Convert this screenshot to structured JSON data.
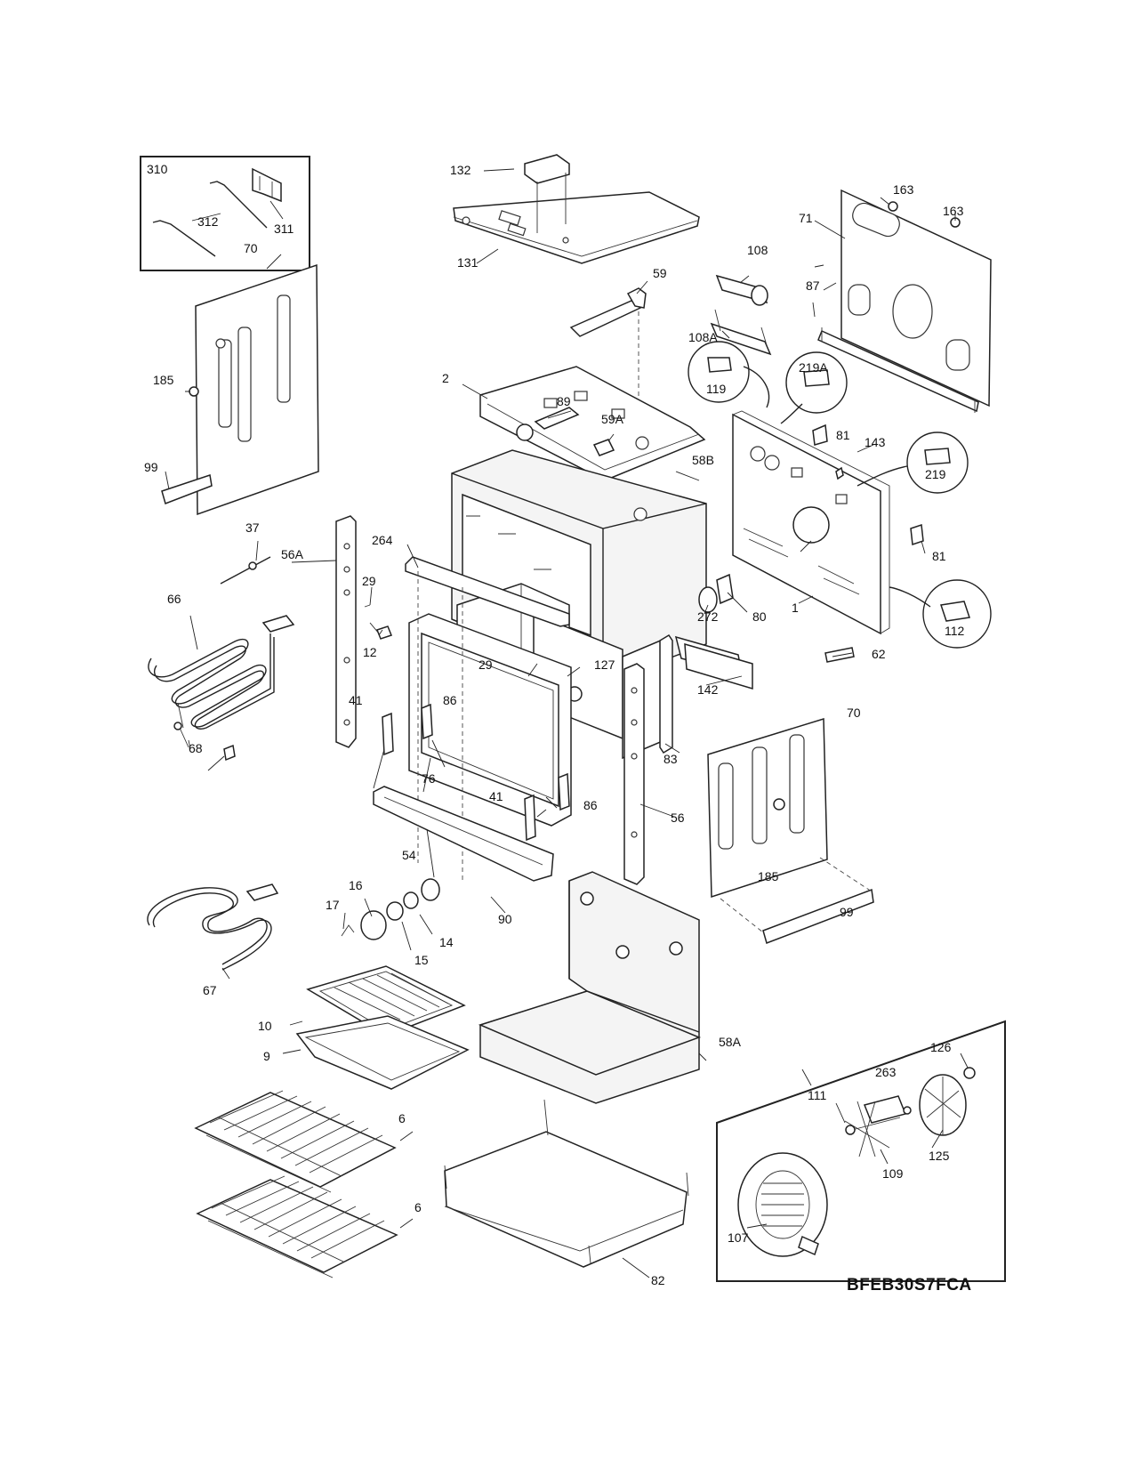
{
  "model_code": "BFEB30S7FCA",
  "callouts": [
    "310",
    "312",
    "311",
    "132",
    "131",
    "59",
    "108",
    "108A",
    "163",
    "163",
    "71",
    "87",
    "70",
    "185",
    "99",
    "2",
    "89",
    "59A",
    "119",
    "219A",
    "81",
    "143",
    "219",
    "58B",
    "264",
    "37",
    "56A",
    "29",
    "66",
    "12",
    "272",
    "80",
    "1",
    "81",
    "112",
    "62",
    "29",
    "127",
    "142",
    "41",
    "86",
    "68",
    "76",
    "83",
    "70",
    "41",
    "86",
    "56",
    "185",
    "54",
    "90",
    "99",
    "16",
    "17",
    "14",
    "15",
    "67",
    "10",
    "58A",
    "126",
    "9",
    "263",
    "111",
    "6",
    "125",
    "109",
    "6",
    "107",
    "82"
  ]
}
